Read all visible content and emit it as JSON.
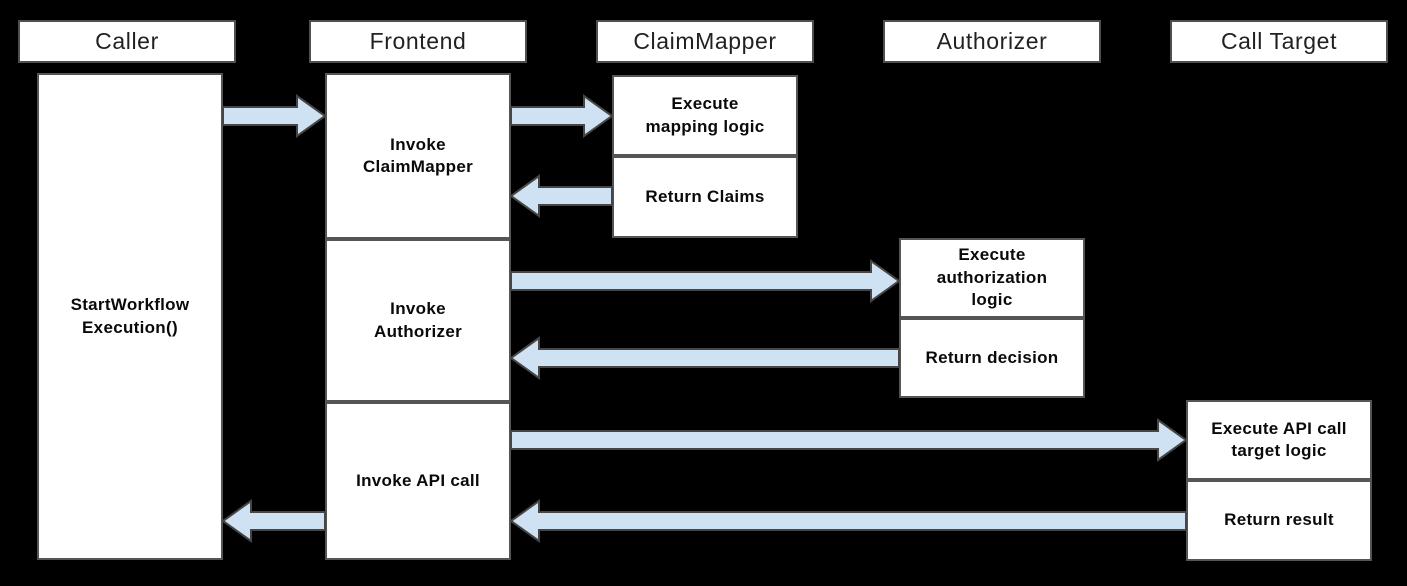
{
  "colors": {
    "background": "#000000",
    "box_fill": "#ffffff",
    "box_border": "#555555",
    "arrow_fill": "#cfe2f3",
    "arrow_stroke": "#464646"
  },
  "lanes": [
    {
      "header": "Caller"
    },
    {
      "header": "Frontend"
    },
    {
      "header": "ClaimMapper"
    },
    {
      "header": "Authorizer"
    },
    {
      "header": "Call Target"
    }
  ],
  "boxes": {
    "caller_start": "StartWorkflow\nExecution()",
    "frontend_invoke_claimmapper": "Invoke\nClaimMapper",
    "frontend_invoke_authorizer": "Invoke\nAuthorizer",
    "frontend_invoke_api_call": "Invoke API call",
    "claimmapper_execute": "Execute\nmapping logic",
    "claimmapper_return": "Return Claims",
    "authorizer_execute": "Execute\nauthorization\nlogic",
    "authorizer_return": "Return decision",
    "calltarget_execute": "Execute API call\ntarget logic",
    "calltarget_return": "Return result"
  },
  "arrows": [
    {
      "from": "Caller",
      "to": "Frontend",
      "direction": "right"
    },
    {
      "from": "Frontend",
      "to": "ClaimMapper",
      "direction": "right"
    },
    {
      "from": "ClaimMapper",
      "to": "Frontend",
      "direction": "left"
    },
    {
      "from": "Frontend",
      "to": "Authorizer",
      "direction": "right"
    },
    {
      "from": "Authorizer",
      "to": "Frontend",
      "direction": "left"
    },
    {
      "from": "Frontend",
      "to": "Call Target",
      "direction": "right"
    },
    {
      "from": "Call Target",
      "to": "Frontend",
      "direction": "left"
    },
    {
      "from": "Frontend",
      "to": "Caller",
      "direction": "left"
    }
  ]
}
